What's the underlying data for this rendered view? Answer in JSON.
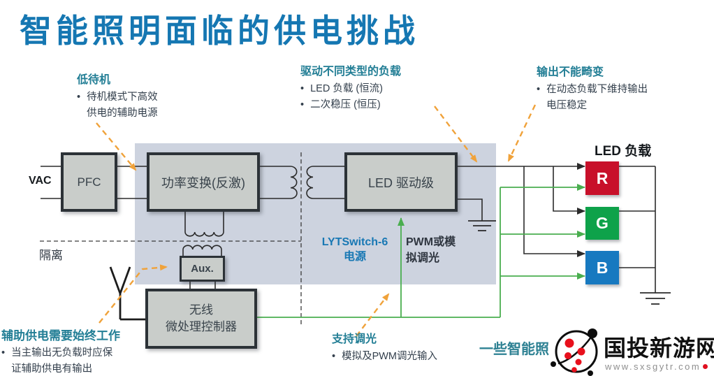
{
  "title": "智能照明面临的供电挑战",
  "annotations": {
    "low_standby": {
      "heading": "低待机",
      "line1": "待机模式下高效",
      "line2": "供电的辅助电源"
    },
    "drive_loads": {
      "heading": "驱动不同类型的负载",
      "bullet1": "LED 负载 (恒流)",
      "bullet2": "二次稳压 (恒压)"
    },
    "output_stable": {
      "heading": "输出不能畸变",
      "line1": "在动态负载下维持输出",
      "line2": "电压稳定"
    },
    "aux_always": {
      "heading": "辅助供电需要始终工作",
      "line1": "当主输出无负载时应保",
      "line2": "证辅助供电有输出"
    },
    "dimming": {
      "heading": "支持调光",
      "bullet1": "模拟及PWM调光输入"
    }
  },
  "diagram": {
    "vac_label": "VAC",
    "pfc_label": "PFC",
    "power_stage_label": "功率变换(反激)",
    "led_driver_label": "LED 驱动级",
    "aux_label": "Aux.",
    "wireless_line1": "无线",
    "wireless_line2": "微处理控制器",
    "isolation_label": "隔离",
    "lytswitch_line1": "LYTSwitch-6",
    "lytswitch_line2": "电源",
    "pwm_line1": "PWM或模",
    "pwm_line2": "拟调光",
    "led_load_title": "LED 负载",
    "led_r": "R",
    "led_g": "G",
    "led_b": "B"
  },
  "watermark": {
    "caption": "一些智能照",
    "site_name": "国投新游网",
    "site_url": "www.sxsgytr.com"
  },
  "colors": {
    "title_blue": "#1577b2",
    "annotation_teal": "#227e95",
    "shaded_region": "#cdd3df",
    "block_fill": "#c9cdca",
    "block_border": "#2c3237",
    "wire_black": "#2b2b2b",
    "wire_green": "#4aae4f",
    "arrow_orange": "#f0a23a",
    "led_r_red": "#c8102a",
    "led_g_green": "#0ea24a",
    "led_b_blue": "#1779c0"
  }
}
